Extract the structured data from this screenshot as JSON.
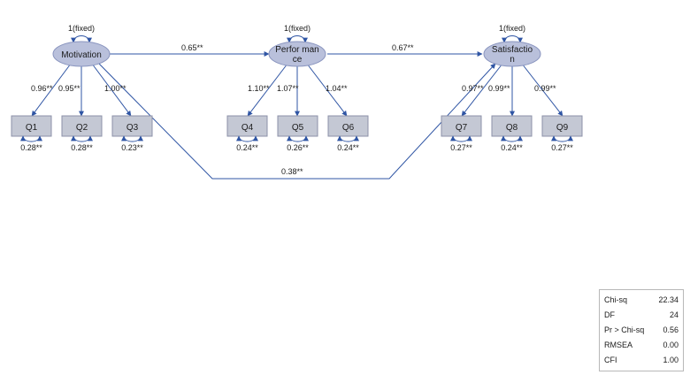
{
  "nodes": {
    "motivation": {
      "label_lines": [
        "Motivation"
      ],
      "variance": "1(fixed)"
    },
    "performance": {
      "label_lines": [
        "Perfor man",
        "ce"
      ],
      "variance": "1(fixed)"
    },
    "satisfaction": {
      "label_lines": [
        "Satisfactio",
        "n"
      ],
      "variance": "1(fixed)"
    },
    "indicators": [
      {
        "id": "q1",
        "label": "Q1",
        "error": "0.28**"
      },
      {
        "id": "q2",
        "label": "Q2",
        "error": "0.28**"
      },
      {
        "id": "q3",
        "label": "Q3",
        "error": "0.23**"
      },
      {
        "id": "q4",
        "label": "Q4",
        "error": "0.24**"
      },
      {
        "id": "q5",
        "label": "Q5",
        "error": "0.26**"
      },
      {
        "id": "q6",
        "label": "Q6",
        "error": "0.24**"
      },
      {
        "id": "q7",
        "label": "Q7",
        "error": "0.27**"
      },
      {
        "id": "q8",
        "label": "Q8",
        "error": "0.24**"
      },
      {
        "id": "q9",
        "label": "Q9",
        "error": "0.27**"
      }
    ]
  },
  "paths": {
    "motivation_performance": "0.65**",
    "performance_satisfaction": "0.67**",
    "motivation_satisfaction": "0.38**"
  },
  "loadings": {
    "q1": "0.96**",
    "q2": "0.95**",
    "q3": "1.00**",
    "q4": "1.10**",
    "q5": "1.07**",
    "q6": "1.04**",
    "q7": "0.97**",
    "q8": "0.99**",
    "q9": "0.99**"
  },
  "fit_stats": [
    {
      "label": "Chi-sq",
      "value": "22.34"
    },
    {
      "label": "DF",
      "value": "24"
    },
    {
      "label": "Pr > Chi-sq",
      "value": "0.56"
    },
    {
      "label": "RMSEA",
      "value": "0.00"
    },
    {
      "label": "CFI",
      "value": "1.00"
    }
  ],
  "colors": {
    "line": "#2f55a4",
    "node_fill": "#b9c0db",
    "node_stroke": "#8a95bf",
    "box_fill": "#c4c8d4",
    "box_stroke": "#8c91a8"
  }
}
